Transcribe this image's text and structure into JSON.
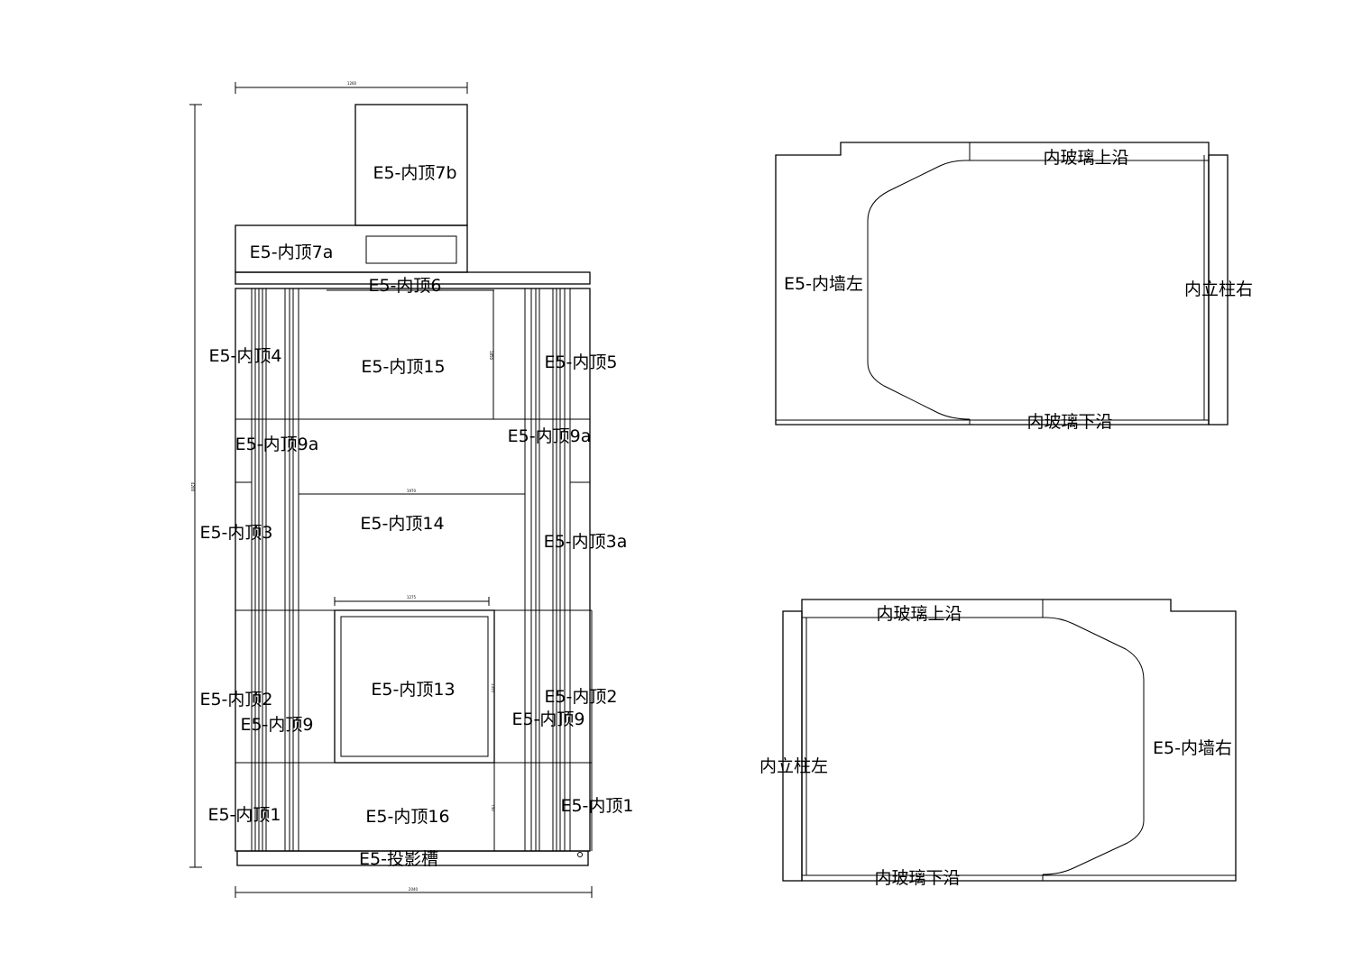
{
  "ceiling_plan": {
    "panels": {
      "p7b": "E5-内顶7b",
      "p7a": "E5-内顶7a",
      "p6": "E5-内顶6",
      "p4": "E5-内顶4",
      "p15": "E5-内顶15",
      "p5": "E5-内顶5",
      "p9a_left": "E5-内顶9a",
      "p9a_right": "E5-内顶9a",
      "p3": "E5-内顶3",
      "p14": "E5-内顶14",
      "p3a": "E5-内顶3a",
      "p2_left": "E5-内顶2",
      "p9_left": "E5-内顶9",
      "p13": "E5-内顶13",
      "p2_right": "E5-内顶2",
      "p9_right": "E5-内顶9",
      "p1_left": "E5-内顶1",
      "p16": "E5-内顶16",
      "p1_right": "E5-内顶1",
      "projection_slot": "E5-投影槽"
    },
    "dimensions": {
      "top": "1260",
      "bottom": "2040",
      "left": "4200",
      "p14_width": "1970",
      "p13_width": "1275",
      "p15_height": "1850",
      "p13_height": "1355",
      "p16_height": "750"
    }
  },
  "left_wall": {
    "top_edge": "内玻璃上沿",
    "bottom_edge": "内玻璃下沿",
    "wall": "E5-内墙左",
    "pillar": "内立柱右"
  },
  "right_wall": {
    "top_edge": "内玻璃上沿",
    "bottom_edge": "内玻璃下沿",
    "wall": "E5-内墙右",
    "pillar": "内立柱左"
  }
}
